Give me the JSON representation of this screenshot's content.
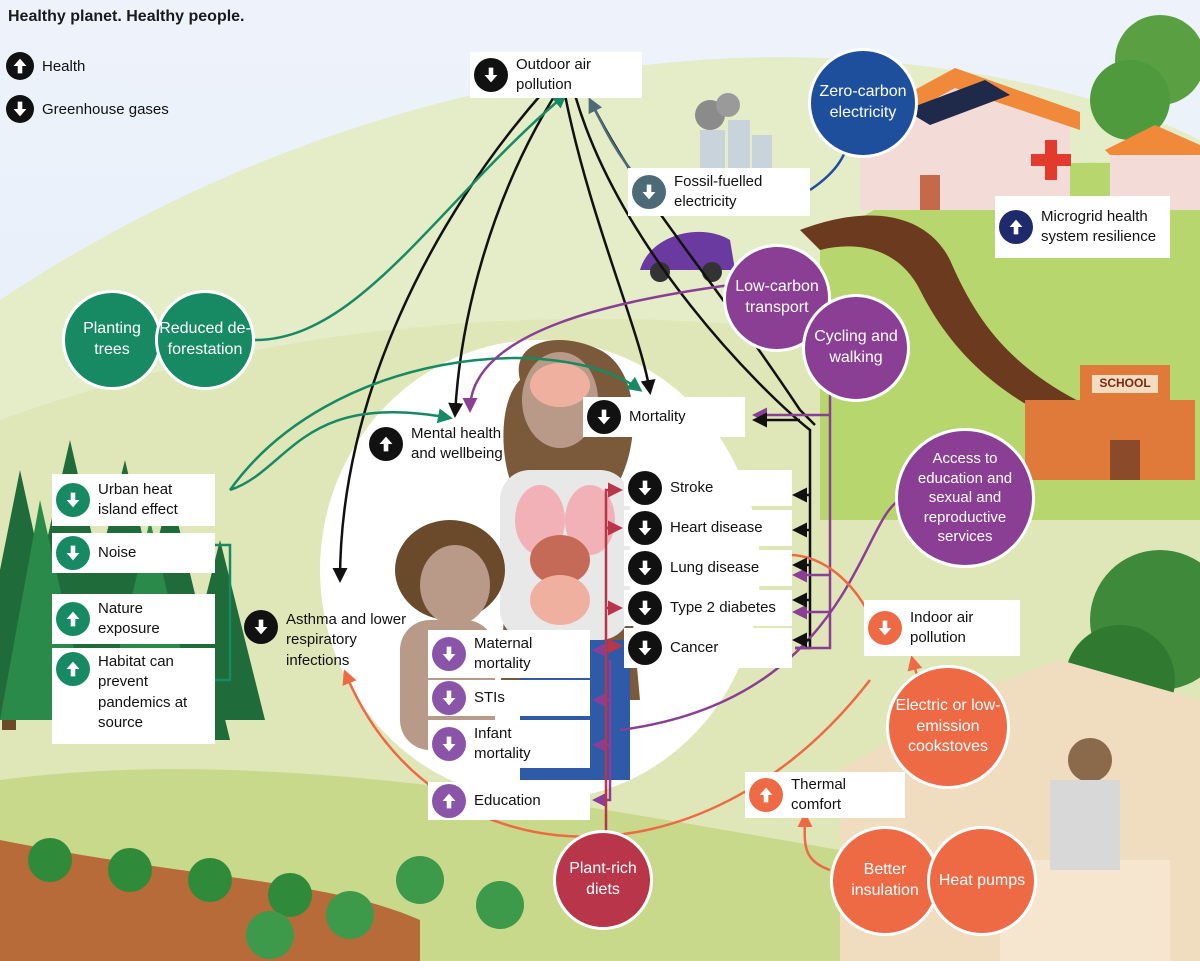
{
  "title": "Healthy planet. Healthy people.",
  "legend": [
    {
      "direction": "up",
      "label": "Health"
    },
    {
      "direction": "down",
      "label": "Greenhouse gases"
    }
  ],
  "interventions": {
    "planting_trees": "Planting trees",
    "reduced_deforestation": "Reduced de-forestation",
    "zero_carbon_electricity": "Zero-carbon electricity",
    "low_carbon_transport": "Low-carbon transport",
    "cycling_walking": "Cycling and walking",
    "access_education": "Access to education and sexual and reproductive services",
    "plant_rich_diets": "Plant-rich diets",
    "cookstoves": "Electric or low-emission cookstoves",
    "better_insulation": "Better insulation",
    "heat_pumps": "Heat pumps"
  },
  "outcomes": {
    "outdoor_air": "Outdoor air pollution",
    "fossil_electricity": "Fossil-fuelled electricity",
    "microgrid": "Microgrid health system resilience",
    "mortality": "Mortality",
    "mental_health": "Mental health and wellbeing",
    "urban_heat": "Urban heat island effect",
    "noise": "Noise",
    "nature_exposure": "Nature exposure",
    "habitat": "Habitat can prevent pandemics at source",
    "asthma": "Asthma and lower respiratory infections",
    "stroke": "Stroke",
    "heart_disease": "Heart disease",
    "lung_disease": "Lung disease",
    "type2_diabetes": "Type 2 diabetes",
    "cancer": "Cancer",
    "maternal_mortality": "Maternal mortality",
    "stis": "STIs",
    "infant_mortality": "Infant mortality",
    "education": "Education",
    "indoor_air": "Indoor air pollution",
    "thermal_comfort": "Thermal comfort"
  },
  "scene_text": {
    "school_sign": "SCHOOL"
  },
  "colors": {
    "green": "#178a63",
    "purple": "#8a3f94",
    "orange": "#ee6a45",
    "navy": "#1d4f9c",
    "red": "#b8354a",
    "black": "#111111"
  }
}
